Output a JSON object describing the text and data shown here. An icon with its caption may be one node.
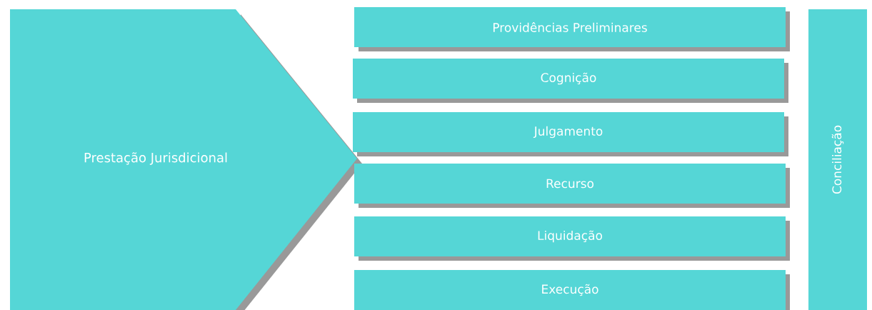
{
  "diagram": {
    "nodes": [
      {
        "text": [
          "Prestação Jurisdicional"
        ]
      },
      {
        "text": [
          "Providências Preliminares"
        ]
      },
      {
        "text": [
          "Cognição"
        ]
      },
      {
        "text": [
          "Julgamento"
        ]
      },
      {
        "text": [
          "Recurso"
        ]
      },
      {
        "text": [
          "Liquidação"
        ]
      },
      {
        "text": [
          "Execução"
        ]
      },
      {
        "text": [
          "Conciliação"
        ]
      }
    ]
  }
}
